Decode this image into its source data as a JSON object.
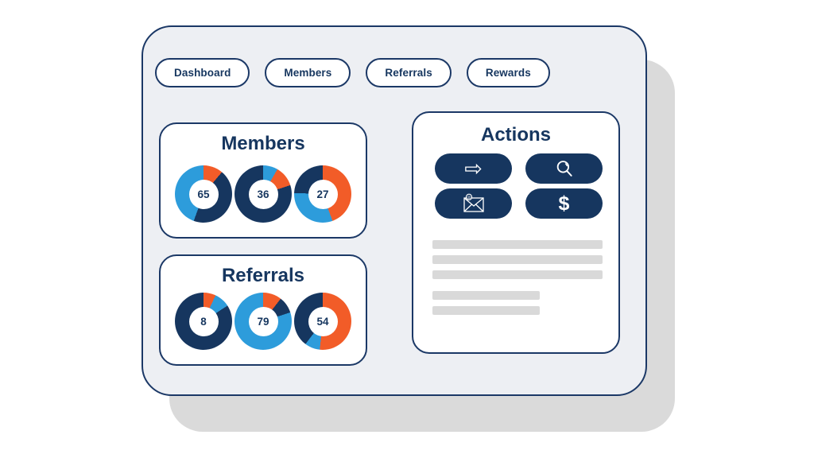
{
  "colors": {
    "navy": "#16365F",
    "blue": "#2D9CDB",
    "orange": "#F25C28",
    "border": "#1B3866",
    "card_bg": "#EDEFF3",
    "shadow": "#DADADA",
    "placeholder": "#D9D9D9"
  },
  "nav": {
    "items": [
      {
        "label": "Dashboard"
      },
      {
        "label": "Members"
      },
      {
        "label": "Referrals"
      },
      {
        "label": "Rewards"
      }
    ]
  },
  "actions": {
    "title": "Actions",
    "buttons": [
      {
        "icon": "arrow-right-icon",
        "glyph": "⇨"
      },
      {
        "icon": "search-icon"
      },
      {
        "icon": "email-icon"
      },
      {
        "icon": "dollar-icon",
        "glyph": "$"
      }
    ],
    "placeholder_bars": 5
  },
  "chart_data": [
    {
      "id": "members",
      "type": "pie",
      "title": "Members",
      "donuts": [
        {
          "value": 65,
          "segments": [
            {
              "color": "orange",
              "from": 0,
              "to": 40
            },
            {
              "color": "navy",
              "from": 40,
              "to": 200
            },
            {
              "color": "blue",
              "from": 200,
              "to": 360
            }
          ]
        },
        {
          "value": 36,
          "segments": [
            {
              "color": "blue",
              "from": 0,
              "to": 30
            },
            {
              "color": "orange",
              "from": 30,
              "to": 72
            },
            {
              "color": "navy",
              "from": 72,
              "to": 360
            }
          ]
        },
        {
          "value": 27,
          "segments": [
            {
              "color": "orange",
              "from": 0,
              "to": 160
            },
            {
              "color": "blue",
              "from": 160,
              "to": 272
            },
            {
              "color": "navy",
              "from": 272,
              "to": 360
            }
          ]
        }
      ]
    },
    {
      "id": "referrals",
      "type": "pie",
      "title": "Referrals",
      "donuts": [
        {
          "value": 8,
          "segments": [
            {
              "color": "orange",
              "from": 0,
              "to": 25
            },
            {
              "color": "blue",
              "from": 25,
              "to": 57
            },
            {
              "color": "navy",
              "from": 57,
              "to": 360
            }
          ]
        },
        {
          "value": 79,
          "segments": [
            {
              "color": "orange",
              "from": 0,
              "to": 38
            },
            {
              "color": "navy",
              "from": 38,
              "to": 72
            },
            {
              "color": "blue",
              "from": 72,
              "to": 360
            }
          ]
        },
        {
          "value": 54,
          "segments": [
            {
              "color": "orange",
              "from": 0,
              "to": 186
            },
            {
              "color": "blue",
              "from": 186,
              "to": 217
            },
            {
              "color": "navy",
              "from": 217,
              "to": 360
            }
          ]
        }
      ]
    }
  ]
}
